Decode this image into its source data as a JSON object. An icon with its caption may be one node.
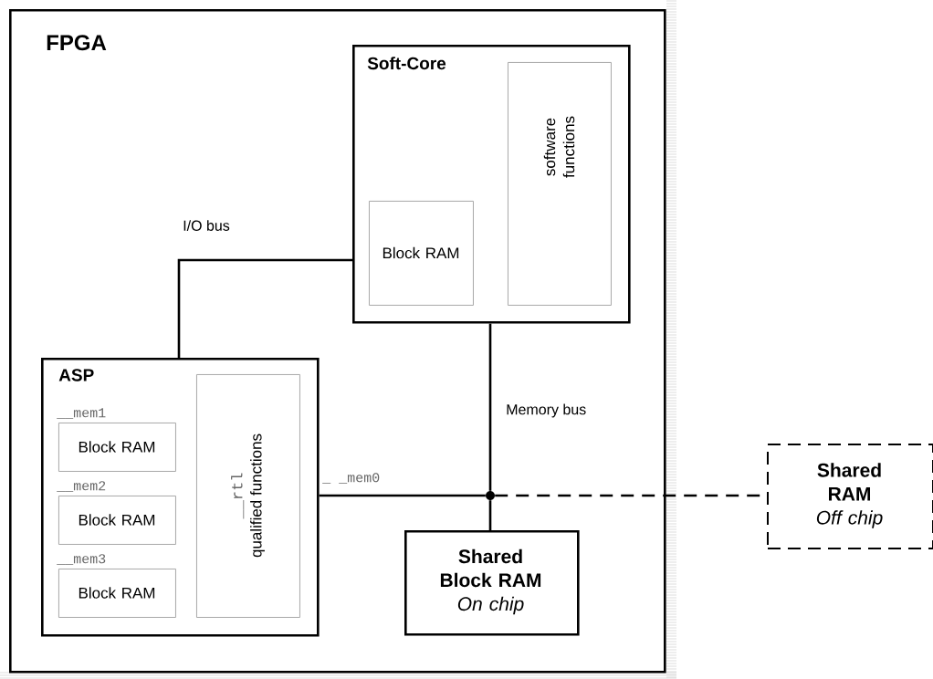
{
  "diagram": {
    "nodes": [
      {
        "text": [
          "FPGA"
        ]
      },
      {
        "text": [
          "Soft-Core"
        ],
        "in": 0
      },
      {
        "text": [
          "Block RAM"
        ],
        "in": 1
      },
      {
        "text": [
          "software functions"
        ],
        "in": 1
      },
      {
        "text": [
          "ASP"
        ],
        "in": 0
      },
      {
        "text": [
          "Block RAM"
        ],
        "in": 4,
        "beside": [
          "__mem1"
        ]
      },
      {
        "text": [
          "Block RAM"
        ],
        "in": 4,
        "beside": [
          "__mem2"
        ]
      },
      {
        "text": [
          "Block RAM"
        ],
        "in": 4,
        "beside": [
          "__mem3"
        ]
      },
      {
        "text": [
          "__rtl",
          "qualified functions"
        ],
        "in": 4
      },
      {
        "text": [
          "Shared Block RAM",
          "On chip"
        ],
        "in": 0
      },
      {
        "text": [
          "Shared RAM",
          "Off chip"
        ]
      },
      {
        "text": [],
        "shape": "circle",
        "in": 0
      }
    ],
    "edges": [
      {
        "from": 4,
        "to": 1,
        "arrow": "none",
        "label": "I/O bus"
      },
      {
        "from": 4,
        "to": 11,
        "arrow": "none",
        "label": "_ _mem0"
      },
      {
        "from": 1,
        "to": 11,
        "arrow": "none",
        "label": "Memory bus"
      },
      {
        "from": 11,
        "to": 9,
        "arrow": "none"
      },
      {
        "from": 11,
        "to": 10,
        "arrow": "none",
        "style": "dashed"
      }
    ]
  }
}
